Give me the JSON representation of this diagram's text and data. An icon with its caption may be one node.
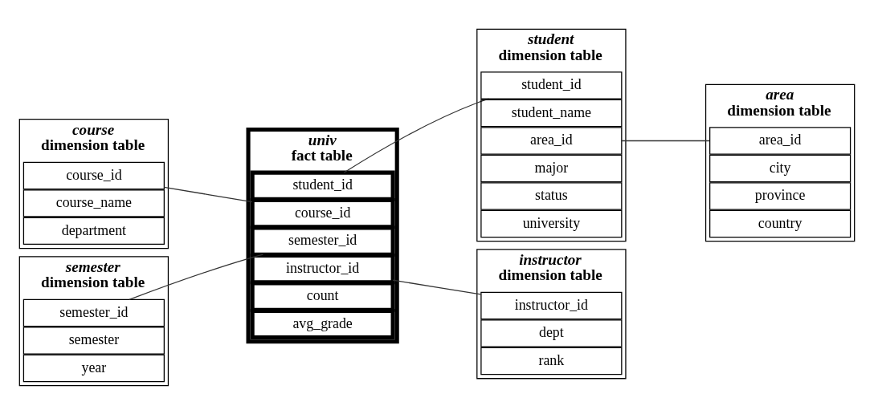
{
  "diagram": {
    "nodes": [
      {
        "text": [
          "course",
          "dimension table"
        ]
      },
      {
        "text": [
          "course_id"
        ],
        "in": 0
      },
      {
        "text": [
          "course_name"
        ],
        "in": 0
      },
      {
        "text": [
          "department"
        ],
        "in": 0
      },
      {
        "text": [
          "univ",
          "fact table"
        ]
      },
      {
        "text": [
          "student_id"
        ],
        "in": 4
      },
      {
        "text": [
          "course_id"
        ],
        "in": 4
      },
      {
        "text": [
          "semester_id"
        ],
        "in": 4
      },
      {
        "text": [
          "instructor_id"
        ],
        "in": 4
      },
      {
        "text": [
          "count"
        ],
        "in": 4
      },
      {
        "text": [
          "avg_grade"
        ],
        "in": 4
      },
      {
        "text": [
          "student",
          "dimension table"
        ]
      },
      {
        "text": [
          "student_id"
        ],
        "in": 11
      },
      {
        "text": [
          "student_name"
        ],
        "in": 11
      },
      {
        "text": [
          "area_id"
        ],
        "in": 11
      },
      {
        "text": [
          "major"
        ],
        "in": 11
      },
      {
        "text": [
          "status"
        ],
        "in": 11
      },
      {
        "text": [
          "university"
        ],
        "in": 11
      },
      {
        "text": [
          "area",
          "dimension table"
        ]
      },
      {
        "text": [
          "area_id"
        ],
        "in": 18
      },
      {
        "text": [
          "city"
        ],
        "in": 18
      },
      {
        "text": [
          "province"
        ],
        "in": 18
      },
      {
        "text": [
          "country"
        ],
        "in": 18
      },
      {
        "text": [
          "semester",
          "dimension table"
        ]
      },
      {
        "text": [
          "semester_id"
        ],
        "in": 23
      },
      {
        "text": [
          "semester"
        ],
        "in": 23
      },
      {
        "text": [
          "year"
        ],
        "in": 23
      },
      {
        "text": [
          "instructor",
          "dimension table"
        ]
      },
      {
        "text": [
          "instructor_id"
        ],
        "in": 27
      },
      {
        "text": [
          "dept"
        ],
        "in": 27
      },
      {
        "text": [
          "rank"
        ],
        "in": 27
      }
    ],
    "edges": [
      {
        "from": 1,
        "to": 6,
        "arrow": "none"
      },
      {
        "from": 5,
        "to": 12,
        "arrow": "none"
      },
      {
        "from": 14,
        "to": 19,
        "arrow": "none"
      },
      {
        "from": 24,
        "to": 7,
        "arrow": "none"
      },
      {
        "from": 8,
        "to": 28,
        "arrow": "none"
      }
    ]
  }
}
